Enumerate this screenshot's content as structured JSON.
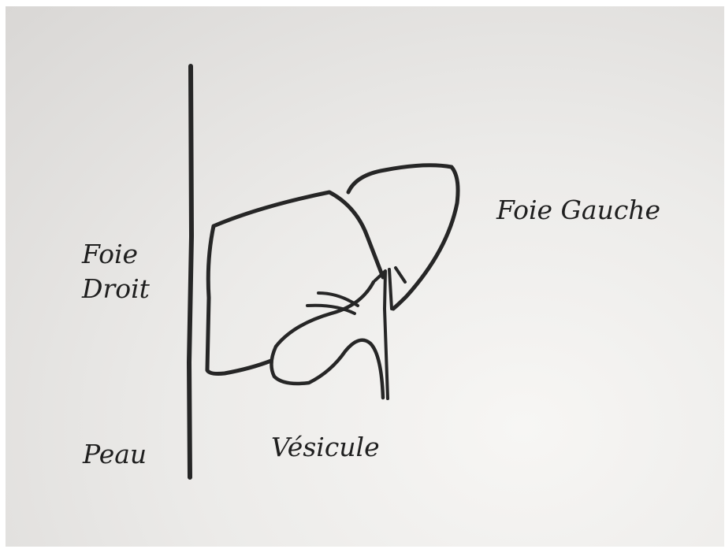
{
  "labels": {
    "foie_droit": [
      "Foie",
      "Droit"
    ],
    "foie_gauche": "Foie Gauche",
    "peau": "Peau",
    "vesicule": "Vésicule"
  },
  "colors": {
    "ink": "#262626",
    "paper": "#ecebe9"
  }
}
